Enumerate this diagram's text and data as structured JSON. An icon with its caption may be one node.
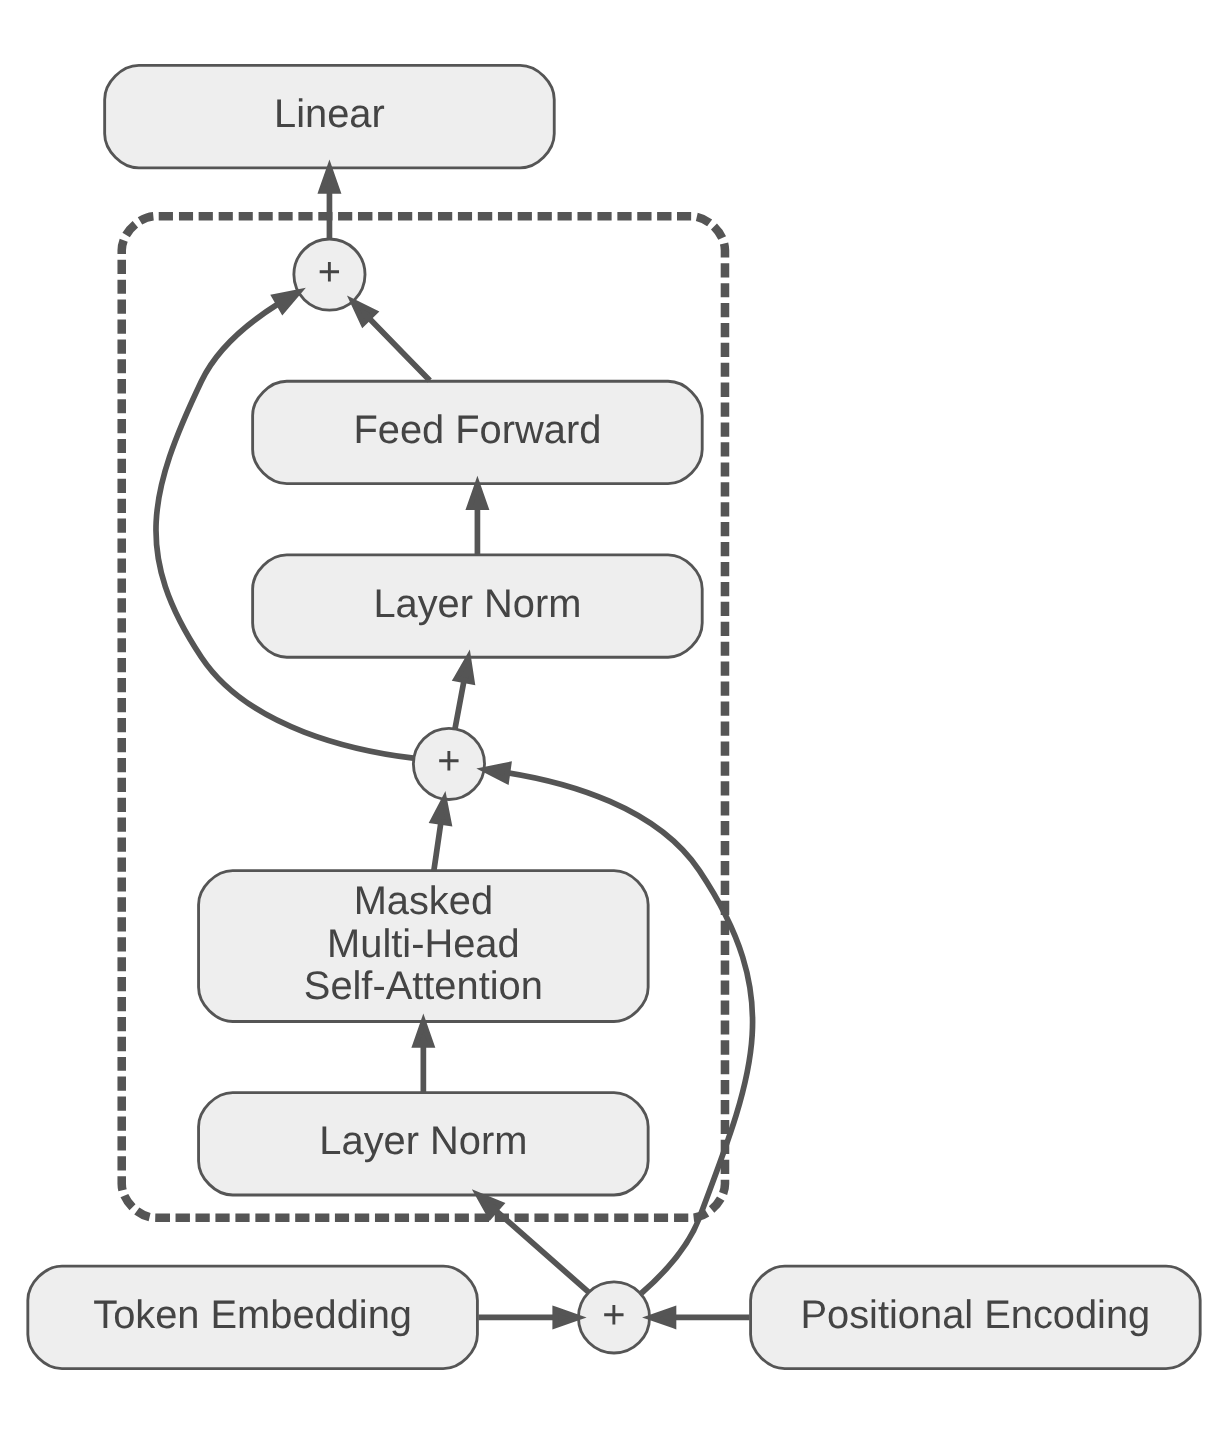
{
  "diagram": {
    "nodes": [
      {
        "text": [
          "Linear"
        ]
      },
      {
        "text": [],
        "shape": "box"
      },
      {
        "text": [
          "+"
        ],
        "in": 1
      },
      {
        "text": [
          "Feed Forward"
        ],
        "in": 1
      },
      {
        "text": [
          "Layer Norm"
        ],
        "in": 1
      },
      {
        "text": [
          "+"
        ],
        "in": 1
      },
      {
        "text": [
          "Masked Multi-Head Self-Attention"
        ],
        "in": 1
      },
      {
        "text": [
          "Layer Norm"
        ],
        "in": 1
      },
      {
        "text": [
          "Token Embedding"
        ]
      },
      {
        "text": [
          "+"
        ]
      },
      {
        "text": [
          "Positional Encoding"
        ]
      }
    ],
    "edges": [
      {
        "from": 8,
        "to": 9,
        "arrow": "to"
      },
      {
        "from": 10,
        "to": 9,
        "arrow": "to"
      },
      {
        "from": 9,
        "to": 7,
        "arrow": "to"
      },
      {
        "from": 9,
        "to": 5,
        "arrow": "to"
      },
      {
        "from": 7,
        "to": 6,
        "arrow": "to"
      },
      {
        "from": 6,
        "to": 5,
        "arrow": "to"
      },
      {
        "from": 5,
        "to": 4,
        "arrow": "to"
      },
      {
        "from": 5,
        "to": 2,
        "arrow": "to"
      },
      {
        "from": 4,
        "to": 3,
        "arrow": "to"
      },
      {
        "from": 3,
        "to": 2,
        "arrow": "to"
      },
      {
        "from": 2,
        "to": 0,
        "arrow": "to"
      }
    ]
  }
}
